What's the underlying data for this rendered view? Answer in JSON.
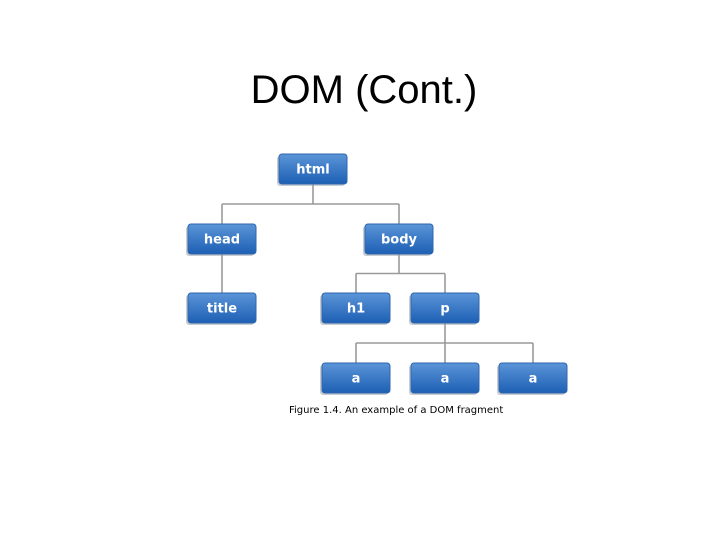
{
  "slide": {
    "title": "DOM (Cont.)",
    "caption": "Figure 1.4. An example of a DOM fragment"
  },
  "diagram": {
    "nodes": [
      {
        "id": "html",
        "label": "html"
      },
      {
        "id": "head",
        "label": "head"
      },
      {
        "id": "body",
        "label": "body"
      },
      {
        "id": "title",
        "label": "title"
      },
      {
        "id": "h1",
        "label": "h1"
      },
      {
        "id": "p",
        "label": "p"
      },
      {
        "id": "a1",
        "label": "a"
      },
      {
        "id": "a2",
        "label": "a"
      },
      {
        "id": "a3",
        "label": "a"
      }
    ],
    "edges": [
      [
        "html",
        "head"
      ],
      [
        "html",
        "body"
      ],
      [
        "head",
        "title"
      ],
      [
        "body",
        "h1"
      ],
      [
        "body",
        "p"
      ],
      [
        "p",
        "a1"
      ],
      [
        "p",
        "a2"
      ],
      [
        "p",
        "a3"
      ]
    ],
    "colors": {
      "node_top": "#5b95d8",
      "node_bottom": "#1d5fb4",
      "edge": "#9a9a9a"
    }
  }
}
